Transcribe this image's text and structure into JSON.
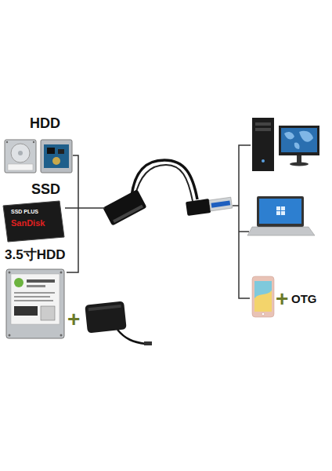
{
  "diagram": {
    "labels": [
      "HDD",
      "SSD",
      "SSD PLUS",
      "SanDisk",
      "3.5寸HDD",
      "+",
      "+",
      "OTG"
    ]
  }
}
